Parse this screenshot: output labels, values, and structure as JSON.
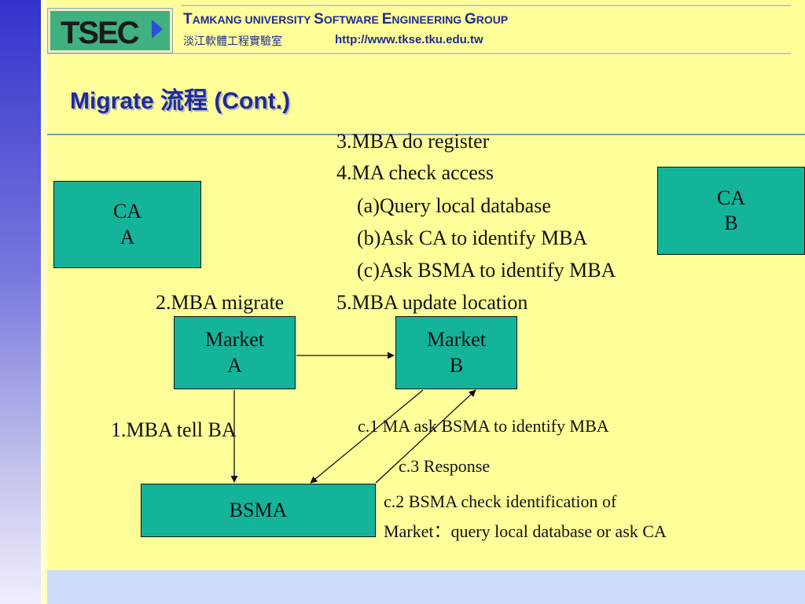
{
  "header": {
    "title_parts": [
      {
        "text": "T",
        "size": "big"
      },
      {
        "text": "AMKANG UNIVERSITY ",
        "size": "small"
      },
      {
        "text": "S",
        "size": "big"
      },
      {
        "text": "OFTWARE ",
        "size": "small"
      },
      {
        "text": "E",
        "size": "big"
      },
      {
        "text": "NGINEERING ",
        "size": "small"
      },
      {
        "text": "G",
        "size": "big"
      },
      {
        "text": "ROUP",
        "size": "small"
      }
    ],
    "subtitle_cn": "淡江軟體工程實驗室",
    "url": "http://www.tkse.tku.edu.tw",
    "logo_text": "TSEC"
  },
  "slide": {
    "title": "Migrate 流程 (Cont.)"
  },
  "diagram": {
    "boxes": {
      "ca_a": [
        "CA",
        "A"
      ],
      "ca_b": [
        "CA",
        "B"
      ],
      "market_a": [
        "Market",
        "A"
      ],
      "market_b": [
        "Market",
        "B"
      ],
      "bsma": [
        "BSMA"
      ]
    },
    "steps": {
      "s3": "3.MBA do register",
      "s4": "4.MA check access",
      "s4a": "(a)Query local database",
      "s4b": "(b)Ask CA to identify MBA",
      "s4c": "(c)Ask BSMA to identify MBA",
      "s2": "2.MBA migrate",
      "s5": "5.MBA update location",
      "s1": "1.MBA tell BA",
      "c1": "c.1 MA ask BSMA to identify MBA",
      "c3": "c.3 Response",
      "c2_line1": "c.2 BSMA check identification of",
      "c2_line2": "Market：query local database or ask CA"
    }
  },
  "colors": {
    "background": "#ffff99",
    "box_fill": "#14b49a",
    "title": "#1f2a99",
    "side_bar": "#3333cc",
    "bottom_band": "#cdddf7"
  }
}
